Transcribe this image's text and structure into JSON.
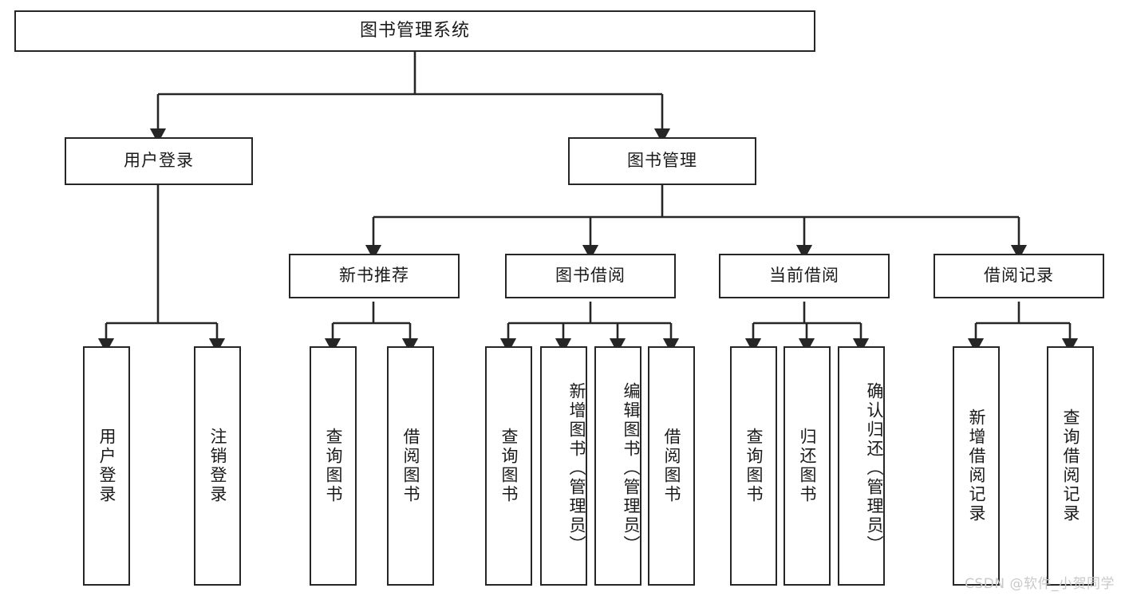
{
  "diagram": {
    "type": "tree-hierarchy",
    "title": "图书管理系统",
    "orientation": "top-down",
    "colors": {
      "stroke": "#262626",
      "fill": "#ffffff",
      "text": "#1a1a1a",
      "watermark": "#c9c9c9"
    },
    "root": {
      "id": "root",
      "label": "图书管理系统"
    },
    "level2": [
      {
        "id": "user-login",
        "label": "用户登录"
      },
      {
        "id": "book-management",
        "label": "图书管理"
      }
    ],
    "level3": [
      {
        "id": "new-book-recommend",
        "label": "新书推荐",
        "parent": "book-management"
      },
      {
        "id": "book-borrow",
        "label": "图书借阅",
        "parent": "book-management"
      },
      {
        "id": "current-borrow",
        "label": "当前借阅",
        "parent": "book-management"
      },
      {
        "id": "borrow-record",
        "label": "借阅记录",
        "parent": "book-management"
      }
    ],
    "leaves": {
      "user_login": [
        {
          "id": "leaf-user-login",
          "label": "用户登录"
        },
        {
          "id": "leaf-logout-login",
          "label": "注销登录"
        }
      ],
      "new_book_recommend": [
        {
          "id": "leaf-query-book-1",
          "label": "查询图书"
        },
        {
          "id": "leaf-borrow-book-1",
          "label": "借阅图书"
        }
      ],
      "book_borrow": [
        {
          "id": "leaf-query-book-2",
          "label": "查询图书"
        },
        {
          "id": "leaf-add-book",
          "label": "新增图书（管理员）"
        },
        {
          "id": "leaf-edit-book",
          "label": "编辑图书（管理员）"
        },
        {
          "id": "leaf-borrow-book-2",
          "label": "借阅图书"
        }
      ],
      "current_borrow": [
        {
          "id": "leaf-query-book-3",
          "label": "查询图书"
        },
        {
          "id": "leaf-return-book",
          "label": "归还图书"
        },
        {
          "id": "leaf-confirm-return",
          "label": "确认归还（管理员）"
        }
      ],
      "borrow_record": [
        {
          "id": "leaf-add-record",
          "label": "新增借阅记录"
        },
        {
          "id": "leaf-query-record",
          "label": "查询借阅记录"
        }
      ]
    }
  },
  "watermark": {
    "text": "CSDN @软件_小贺同学"
  }
}
